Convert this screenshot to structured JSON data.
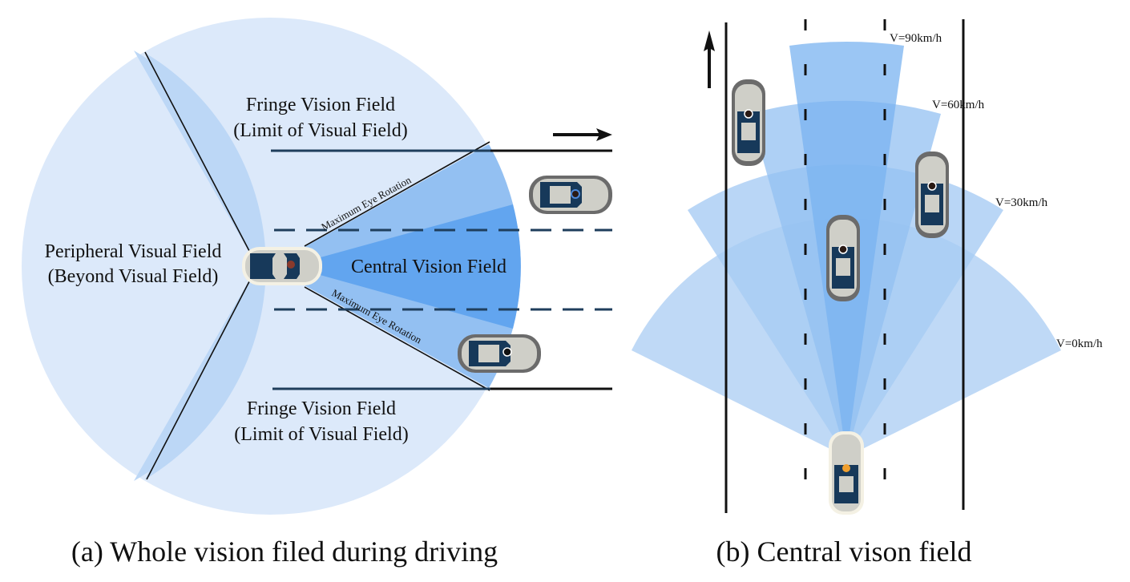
{
  "panel_a": {
    "caption": "(a) Whole vision filed during driving",
    "labels": {
      "fringe_top_line1": "Fringe Vision Field",
      "fringe_top_line2": "(Limit of Visual Field)",
      "peripheral_line1": "Peripheral Visual Field",
      "peripheral_line2": "(Beyond Visual Field)",
      "central": "Central Vision Field",
      "eye_rotation_top": "Maximum Eye Rotation",
      "eye_rotation_bottom": "Maximum Eye Rotation",
      "fringe_bottom_line1": "Fringe Vision Field",
      "fringe_bottom_line2": "(Limit of Visual Field)"
    },
    "direction": "right-arrow"
  },
  "panel_b": {
    "caption": "(b) Central vison field",
    "speed_labels": [
      "V=90km/h",
      "V=60km/h",
      "V=30km/h",
      "V=0km/h"
    ],
    "direction": "up-arrow"
  },
  "colors": {
    "peripheral": "#dce9fa",
    "fringe": "#bcd7f6",
    "eye_rotation": "#93c0f2",
    "central": "#62a5ef",
    "car_body": "#cfcfc8",
    "car_window": "#17395a",
    "car_outline_other": "#6b6b6b"
  }
}
